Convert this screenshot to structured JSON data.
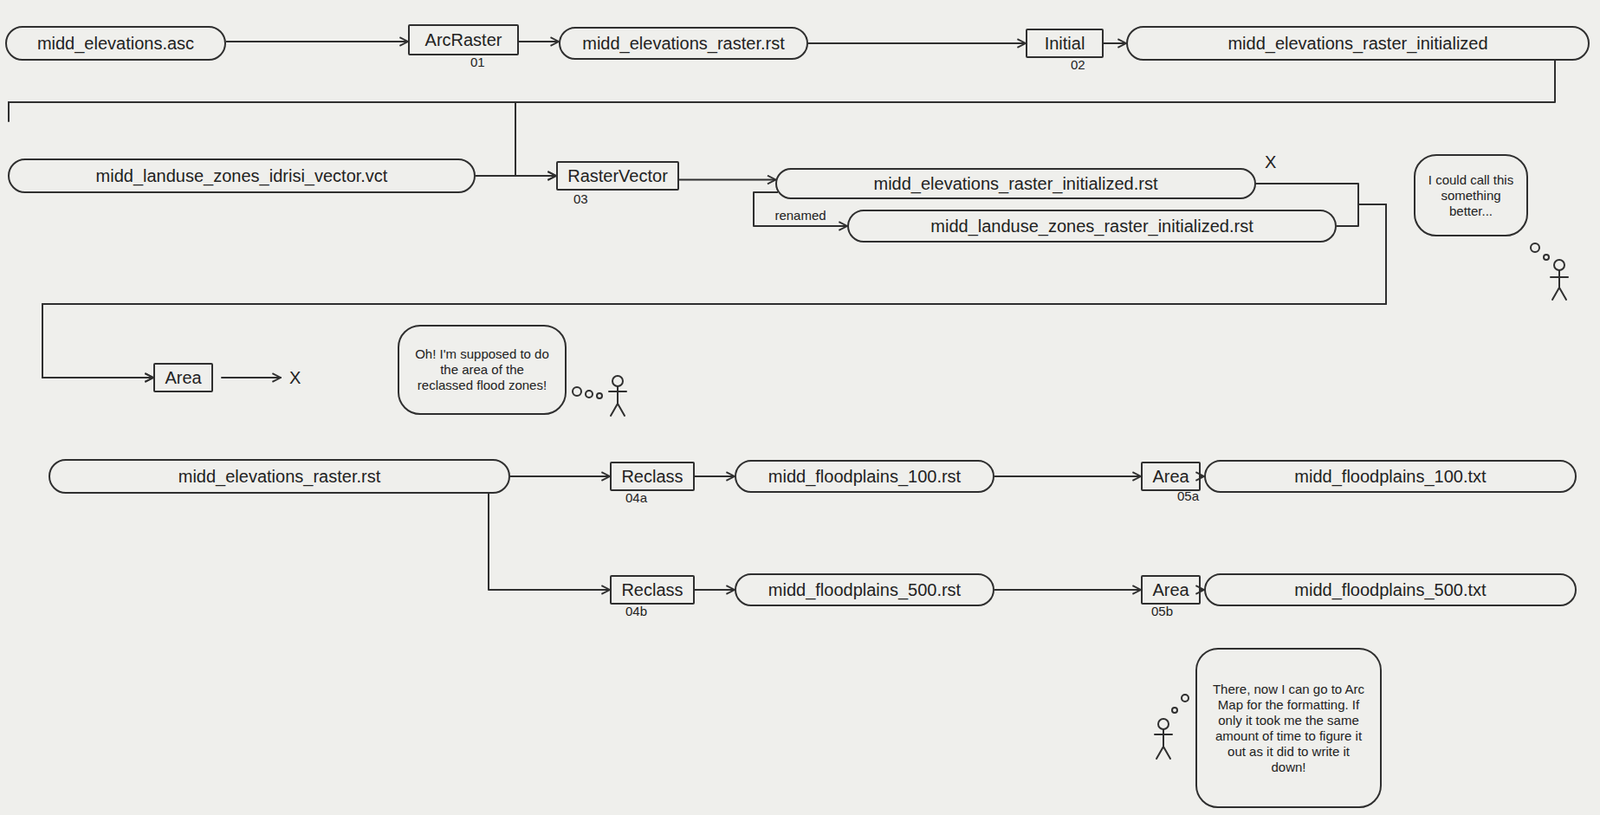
{
  "diagram": {
    "nodes": [
      {
        "text": [
          "midd_elevations.asc"
        ]
      },
      {
        "text": [
          "ArcRaster",
          "01"
        ]
      },
      {
        "text": [
          "midd_elevations_raster.rst"
        ]
      },
      {
        "text": [
          "Initial",
          "02"
        ]
      },
      {
        "text": [
          "midd_elevations_raster_initialized"
        ]
      },
      {
        "text": [
          "midd_landuse_zones_idrisi_vector.vct"
        ]
      },
      {
        "text": [
          "RasterVector",
          "03"
        ]
      },
      {
        "text": [
          "midd_elevations_raster_initialized.rst"
        ]
      },
      {
        "text": [
          "midd_landuse_zones_raster_initialized.rst"
        ]
      },
      {
        "text": [
          "I could call this something better..."
        ]
      },
      {
        "text": [
          "Area"
        ]
      },
      {
        "text": [
          "Oh! I'm supposed to do the area of the reclassed flood zones!"
        ]
      },
      {
        "text": [
          "midd_elevations_raster.rst"
        ]
      },
      {
        "text": [
          "Reclass",
          "04a"
        ]
      },
      {
        "text": [
          "midd_floodplains_100.rst"
        ]
      },
      {
        "text": [
          "Area",
          "05a"
        ]
      },
      {
        "text": [
          "midd_floodplains_100.txt"
        ]
      },
      {
        "text": [
          "Reclass",
          "04b"
        ]
      },
      {
        "text": [
          "midd_floodplains_500.rst"
        ]
      },
      {
        "text": [
          "Area",
          "05b"
        ]
      },
      {
        "text": [
          "midd_floodplains_500.txt"
        ]
      },
      {
        "text": [
          "There, now I can go to Arc Map for the formatting. If only it took me the same amount of time to figure it out as it did to write it down!"
        ]
      }
    ],
    "edges": [
      {
        "from": 0,
        "to": 1,
        "arrow": "to"
      },
      {
        "from": 1,
        "to": 2,
        "arrow": "to"
      },
      {
        "from": 2,
        "to": 3,
        "arrow": "to"
      },
      {
        "from": 3,
        "to": 4,
        "arrow": "to"
      },
      {
        "from": 4,
        "to": 6,
        "arrow": "to"
      },
      {
        "from": 5,
        "to": 6,
        "arrow": "to"
      },
      {
        "from": 6,
        "to": 7,
        "arrow": "to"
      },
      {
        "from": 7,
        "to": 8,
        "label": "renamed",
        "arrow": "to"
      },
      {
        "from": 7,
        "to": 10,
        "arrow": "to"
      },
      {
        "from": 8,
        "to": 10,
        "arrow": "to"
      },
      {
        "from": 12,
        "to": 13,
        "arrow": "to"
      },
      {
        "from": 12,
        "to": 17,
        "arrow": "to"
      },
      {
        "from": 13,
        "to": 14,
        "arrow": "to"
      },
      {
        "from": 14,
        "to": 15,
        "arrow": "to"
      },
      {
        "from": 15,
        "to": 16,
        "arrow": "to"
      },
      {
        "from": 17,
        "to": 18,
        "arrow": "to"
      },
      {
        "from": 18,
        "to": 19,
        "arrow": "to"
      },
      {
        "from": 19,
        "to": 20,
        "arrow": "to"
      }
    ],
    "labels": [
      "X",
      "X"
    ]
  }
}
